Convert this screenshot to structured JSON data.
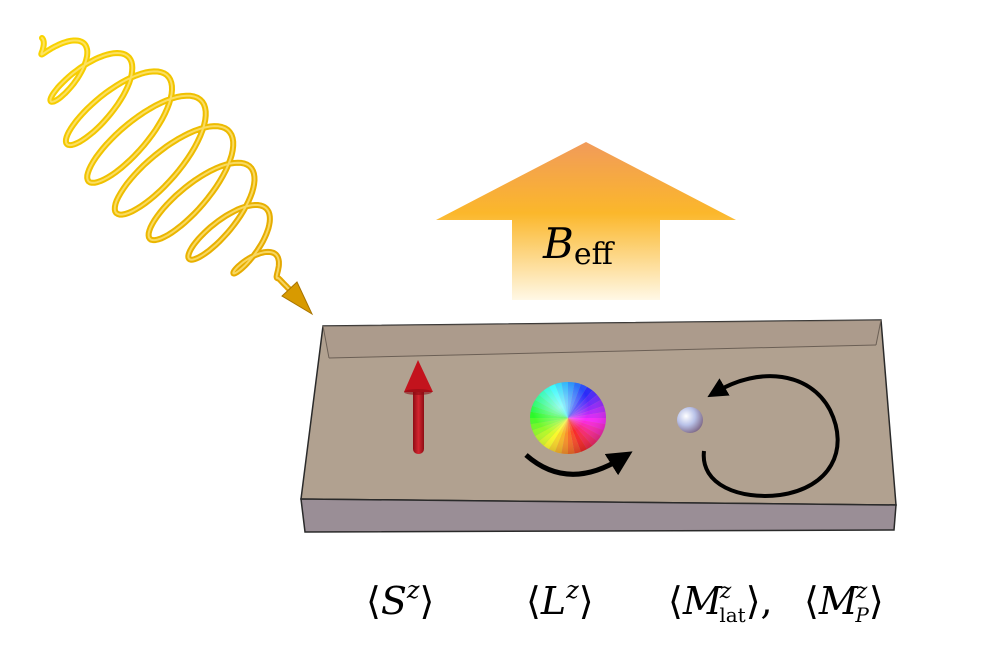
{
  "arrow_label": {
    "main": "B",
    "sub": "eff"
  },
  "labels": {
    "spin": {
      "open": "⟨",
      "sym": "S",
      "sup": "z",
      "close": "⟩"
    },
    "orbital": {
      "open": "⟨",
      "sym": "L",
      "sup": "z",
      "close": "⟩"
    },
    "lattice": {
      "open": "⟨",
      "sym": "M",
      "sup": "z",
      "sub": "lat",
      "close": "⟩",
      "sep": ","
    },
    "phonon": {
      "open": "⟨",
      "sym": "M",
      "sup": "z",
      "sub": "P",
      "close": "⟩"
    }
  },
  "colors": {
    "laser": "#f2c200",
    "arrow_top": "#f3a14a",
    "arrow_bottom": "#fff5d8",
    "slab": "#b3a393",
    "spin_arrow": "#b3121a"
  },
  "icons": {
    "laser": "helical-light-pulse",
    "spin": "spin-arrow",
    "orbital": "color-wheel-orbital",
    "ion": "lattice-ion-sphere"
  }
}
